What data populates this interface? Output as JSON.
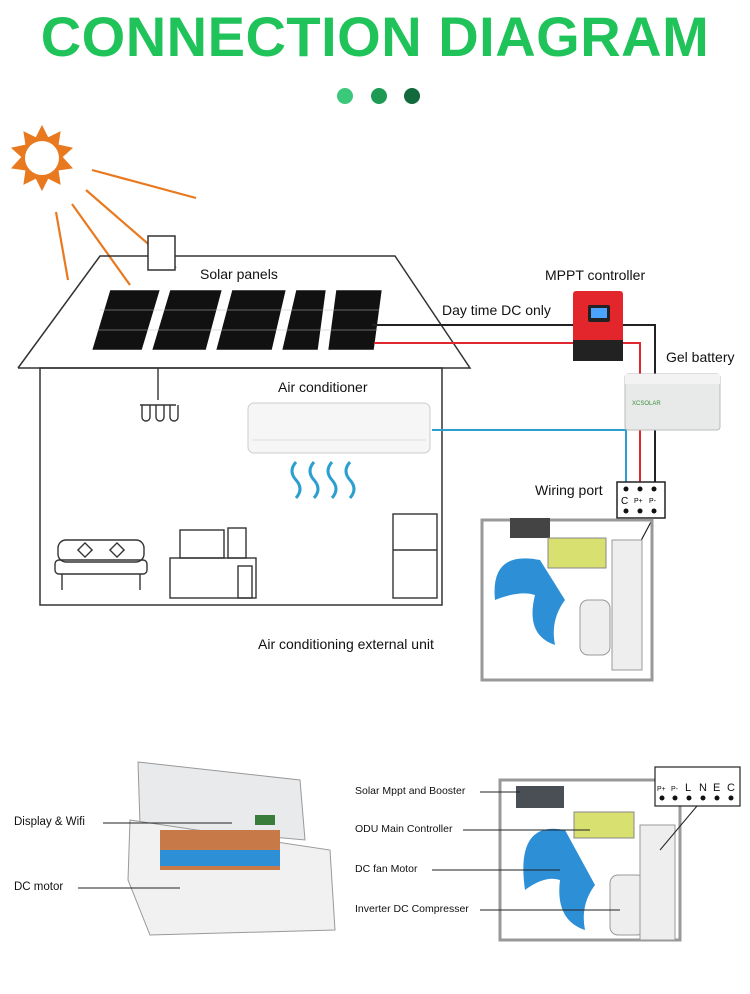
{
  "title": "CONNECTION DIAGRAM",
  "colors": {
    "title": "#20c35a",
    "dot1": "#3cc87a",
    "dot2": "#1e9a55",
    "dot3": "#12693c",
    "sun": "#e8791f",
    "dc_wire": "#e0262e",
    "ac_wire": "#2a9fd0",
    "controller": "#e3262b",
    "fan": "#2d8fd6"
  },
  "top_diagram": {
    "solar_panels": "Solar panels",
    "mppt_controller": "MPPT controller",
    "day_time": "Day time DC only",
    "gel_battery": "Gel battery",
    "battery_brand": "XCSOLAR",
    "air_conditioner": "Air conditioner",
    "wiring_port": "Wiring port",
    "port_terminals": [
      "C",
      "P+",
      "P-"
    ],
    "external_unit": "Air conditioning external unit"
  },
  "indoor_unit": {
    "display_wifi": "Display & Wifi",
    "dc_motor": "DC motor"
  },
  "outdoor_unit": {
    "labels": [
      "Solar Mppt and Booster",
      "ODU Main Controller",
      "DC fan Motor",
      "Inverter DC Compresser"
    ],
    "terminals": [
      "P+",
      "P-",
      "L",
      "N",
      "E",
      "C"
    ]
  }
}
